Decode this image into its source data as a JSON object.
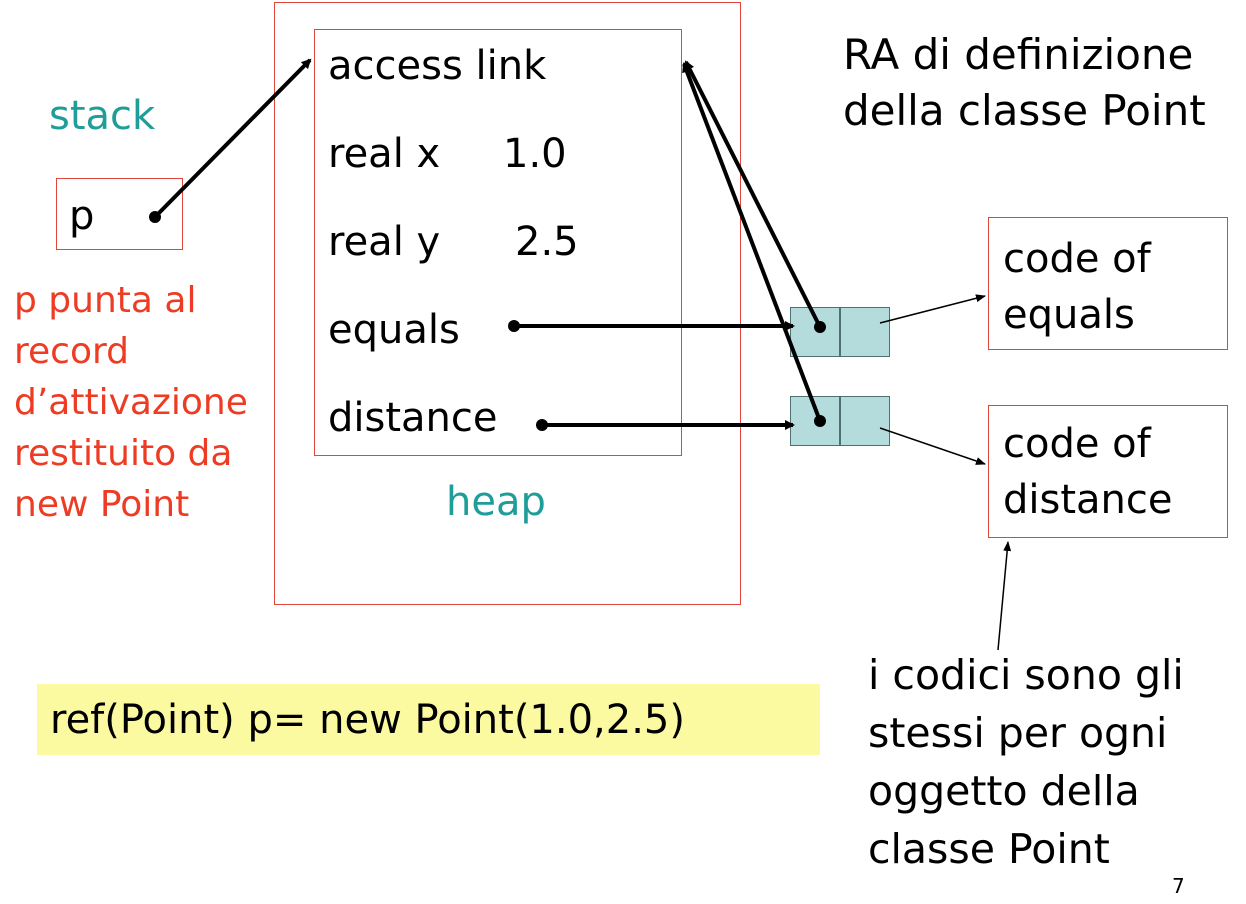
{
  "stack": {
    "label": "stack",
    "var": "p"
  },
  "note_left": [
    "p punta al",
    "record",
    "d’attivazione",
    "restituito da",
    "new Point"
  ],
  "heap": {
    "label": "heap",
    "record": {
      "access_link": "access link",
      "real_x_label": "real x",
      "real_x_value": "1.0",
      "real_y_label": "real y",
      "real_y_value": "2.5",
      "equals": "equals",
      "distance": "distance"
    }
  },
  "ra_title": [
    "RA di definizione",
    "della classe Point"
  ],
  "code_equals": [
    "code of",
    "equals"
  ],
  "code_distance": [
    "code of",
    "distance"
  ],
  "note_right": [
    "i codici sono gli",
    "stessi per ogni",
    "oggetto della",
    "classe Point"
  ],
  "code_statement": "ref(Point) p= new Point(1.0,2.5)",
  "page_number": "7",
  "colors": {
    "teal": "#1f9e99",
    "red": "#ee3b23",
    "cell_fill": "#b5dcdd",
    "highlight": "#fbfaa0",
    "box_border": "#e0463c"
  }
}
